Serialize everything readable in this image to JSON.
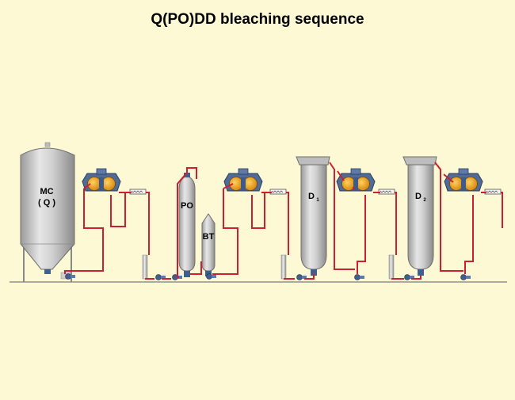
{
  "title": "Q(PO)DD bleaching sequence",
  "towers": {
    "mc_line1": "MC",
    "mc_line2": "( Q )",
    "po": "PO",
    "bt": "BT",
    "d1_main": "D",
    "d1_sub": "1",
    "d2_main": "D",
    "d2_sub": "2"
  },
  "colors": {
    "background": "#fdf9d4",
    "pipe": "#cc2030",
    "vessel": "#c8c8c8",
    "washer_drum": "#f0a020",
    "washer_body": "#4a6a9a",
    "ground": "#808080"
  }
}
